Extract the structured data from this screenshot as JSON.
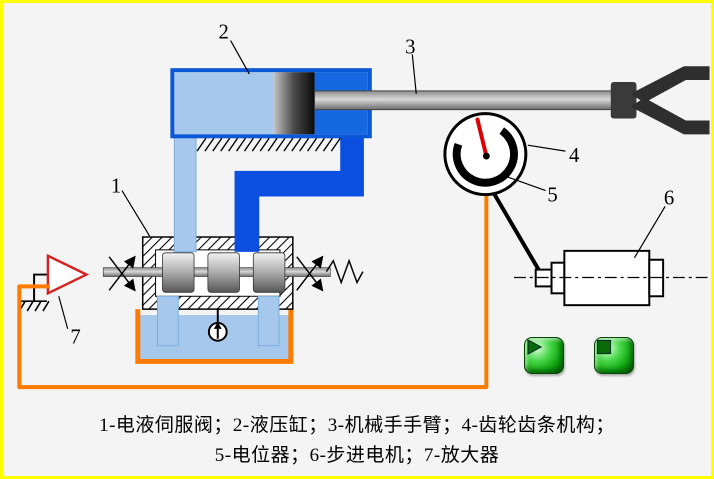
{
  "frame": {
    "border_color": "#ffff00",
    "background": "#f4f4f4"
  },
  "diagram": {
    "part_labels": {
      "n1": "1",
      "n2": "2",
      "n3": "3",
      "n4": "4",
      "n5": "5",
      "n6": "6",
      "n7": "7"
    },
    "colors": {
      "fluid_light_blue": "#a6c8ec",
      "fluid_dark_blue": "#0a4fe0",
      "cylinder_outline_blue": "#0a58d6",
      "feedback_wire_orange": "#ff7a00",
      "needle_red": "#dd0000",
      "amplifier_red": "#d42222",
      "button_green": "#0a9e0a"
    }
  },
  "caption": {
    "line1": "1-电液伺服阀；2-液压缸；3-机械手手臂；4-齿轮齿条机构；",
    "line2": "5-电位器；6-步进电机；7-放大器"
  },
  "legend": [
    {
      "num": "1",
      "name": "电液伺服阀"
    },
    {
      "num": "2",
      "name": "液压缸"
    },
    {
      "num": "3",
      "name": "机械手手臂"
    },
    {
      "num": "4",
      "name": "齿轮齿条机构"
    },
    {
      "num": "5",
      "name": "电位器"
    },
    {
      "num": "6",
      "name": "步进电机"
    },
    {
      "num": "7",
      "name": "放大器"
    }
  ]
}
